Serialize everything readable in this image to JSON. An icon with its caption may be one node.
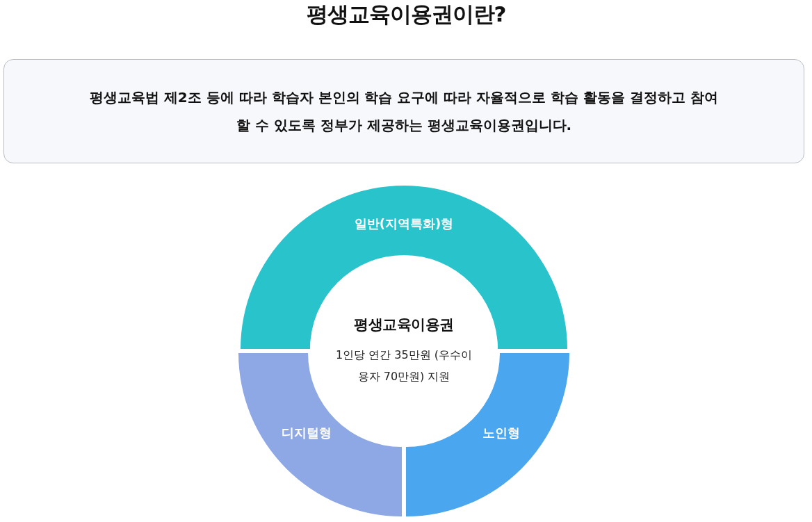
{
  "diagram": {
    "title": "평생교육이용권이란?",
    "nodes": [
      {
        "text": [
          "평생교육법 제2조 등에 따라 학습자 본인의 학습 요구에 따라 자율적으로 학습 활동을 결정하고 참여할 수 있도록 정부가 제공하는 평생교육이용권입니다."
        ]
      },
      {
        "text": [
          "일반(지역특화)형"
        ]
      },
      {
        "text": [
          "평생교육이용권",
          "1인당 연간 35만원 (우수이용자 70만원) 지원"
        ]
      },
      {
        "text": [
          "디지털형"
        ]
      },
      {
        "text": [
          "노인형"
        ]
      }
    ],
    "edges": []
  }
}
